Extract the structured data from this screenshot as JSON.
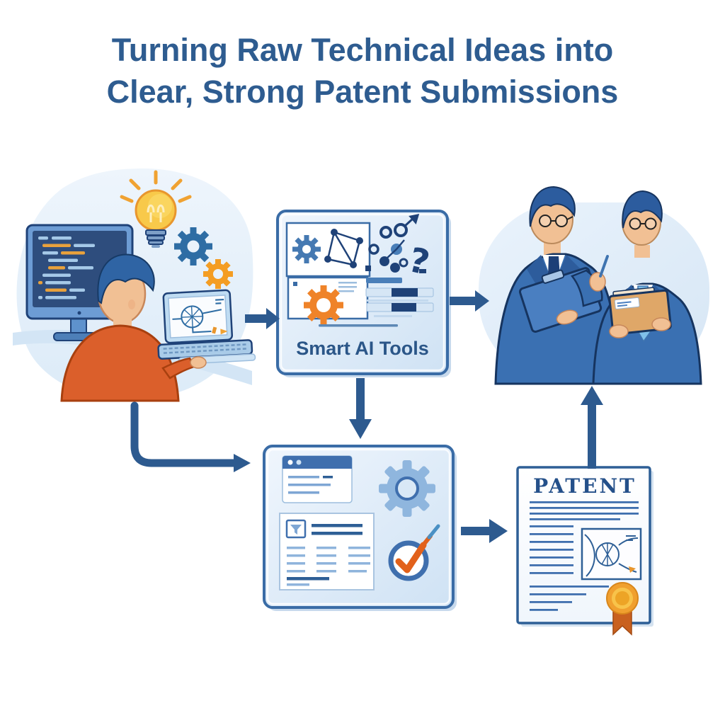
{
  "title": {
    "line1": "Turning Raw Technical Ideas into",
    "line2": "Clear, Strong Patent Submissions"
  },
  "flow": {
    "nodes": [
      {
        "id": "inventor-workstation",
        "label": ""
      },
      {
        "id": "smart-ai-tools",
        "label": "Smart AI Tools"
      },
      {
        "id": "draft-review",
        "label": ""
      },
      {
        "id": "patent-document",
        "label": "PATENT"
      },
      {
        "id": "attorney-meeting",
        "label": ""
      }
    ],
    "edges": [
      {
        "from": "inventor-workstation",
        "to": "smart-ai-tools"
      },
      {
        "from": "smart-ai-tools",
        "to": "attorney-meeting"
      },
      {
        "from": "smart-ai-tools",
        "to": "draft-review"
      },
      {
        "from": "inventor-workstation",
        "to": "draft-review"
      },
      {
        "from": "draft-review",
        "to": "patent-document"
      },
      {
        "from": "patent-document",
        "to": "attorney-meeting"
      }
    ]
  },
  "ai_box": {
    "doodle": "?"
  },
  "colors": {
    "title_text": "#2e5c90",
    "arrow": "#2d5a8f",
    "box_border": "#3a6ca6",
    "box_bg_light": "#f0f6fd",
    "box_bg_dark": "#cfe2f4",
    "blob_bg": "#e9f2fb",
    "navy": "#1f4278",
    "steel_blue": "#6d9cd4",
    "accent_orange": "#ef8329",
    "bulb_yellow": "#f8c94a",
    "shirt_orange": "#db5f2b",
    "suit_blue": "#3a70b2",
    "tie_light_blue": "#7fc0ea",
    "folder_tan": "#dfa768",
    "seal_gold": "#f0a02f",
    "check_orange": "#e2611b"
  }
}
